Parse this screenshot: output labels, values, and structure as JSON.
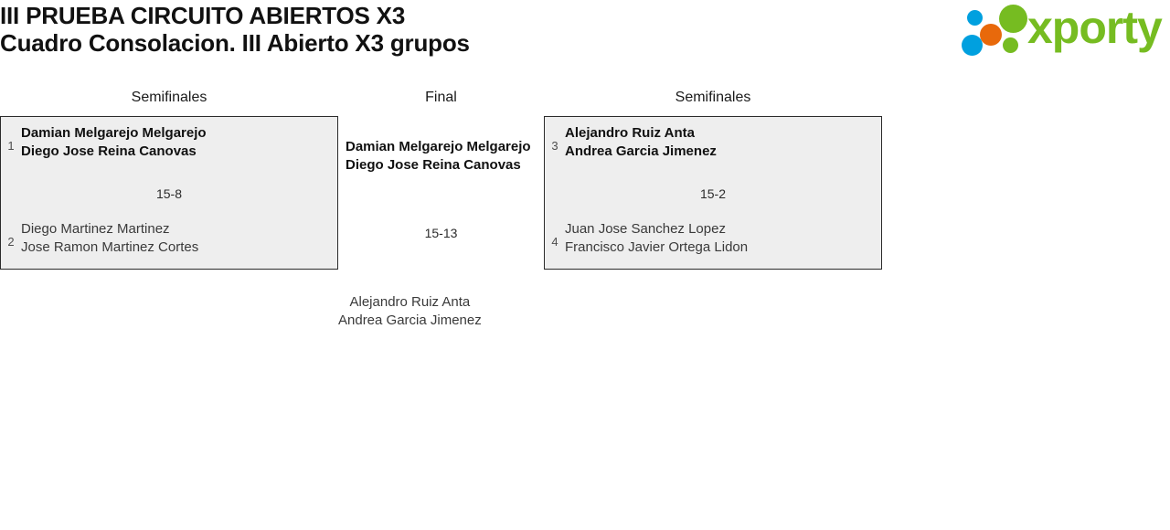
{
  "header": {
    "title_line_1": "III PRUEBA CIRCUITO ABIERTOS X3",
    "title_line_2": "Cuadro Consolacion. III Abierto X3 grupos",
    "logo_text": "xporty",
    "logo_colors": {
      "green": "#76bc21",
      "blue": "#00a0df",
      "orange": "#e8690b"
    }
  },
  "bracket": {
    "rounds": [
      {
        "key": "semifinal_left",
        "label": "Semifinales"
      },
      {
        "key": "final",
        "label": "Final"
      },
      {
        "key": "semifinal_right",
        "label": "Semifinales"
      }
    ],
    "matches": {
      "semifinal_left": {
        "score": "15-8",
        "top": {
          "seed": "1",
          "player_1": "Damian Melgarejo Melgarejo",
          "player_2": "Diego Jose Reina Canovas",
          "result": "winner"
        },
        "bottom": {
          "seed": "2",
          "player_1": "Diego Martinez Martinez",
          "player_2": "Jose Ramon Martinez Cortes",
          "result": "loser"
        }
      },
      "semifinal_right": {
        "score": "15-2",
        "top": {
          "seed": "3",
          "player_1": "Alejandro Ruiz Anta",
          "player_2": "Andrea Garcia Jimenez",
          "result": "winner"
        },
        "bottom": {
          "seed": "4",
          "player_1": "Juan Jose Sanchez Lopez",
          "player_2": "Francisco Javier Ortega Lidon",
          "result": "loser"
        }
      },
      "final": {
        "score": "15-13",
        "top": {
          "player_1": "Damian Melgarejo Melgarejo",
          "player_2": "Diego Jose Reina Canovas",
          "result": "winner"
        },
        "bottom": {
          "player_1": "Alejandro Ruiz Anta",
          "player_2": "Andrea Garcia Jimenez",
          "result": "loser"
        }
      }
    }
  }
}
